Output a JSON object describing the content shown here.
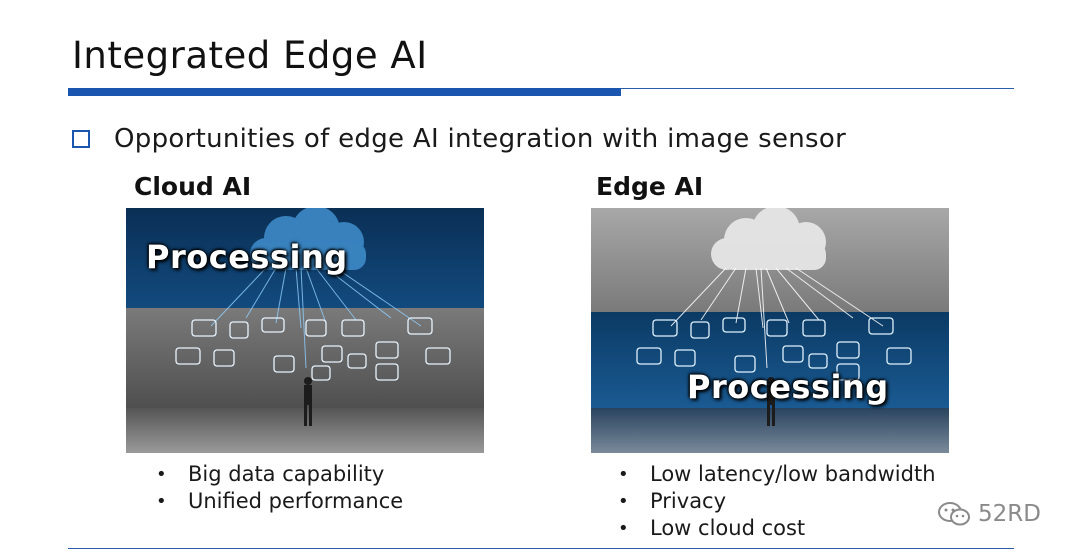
{
  "slide": {
    "title": "Integrated Edge AI",
    "bullet": "Opportunities of edge AI integration with image sensor"
  },
  "cloud": {
    "heading": "Cloud AI",
    "label": "Processing",
    "items": [
      "Big data capability",
      "Unified performance"
    ]
  },
  "edge": {
    "heading": "Edge AI",
    "label": "Processing",
    "items": [
      "Low latency/low bandwidth",
      "Privacy",
      "Low cloud cost"
    ]
  },
  "watermark": {
    "text": "52RD"
  },
  "colors": {
    "accent_blue": "#1a56b0",
    "processing_band": "#0c3a66",
    "wall_gray": "#6e6e6e"
  }
}
